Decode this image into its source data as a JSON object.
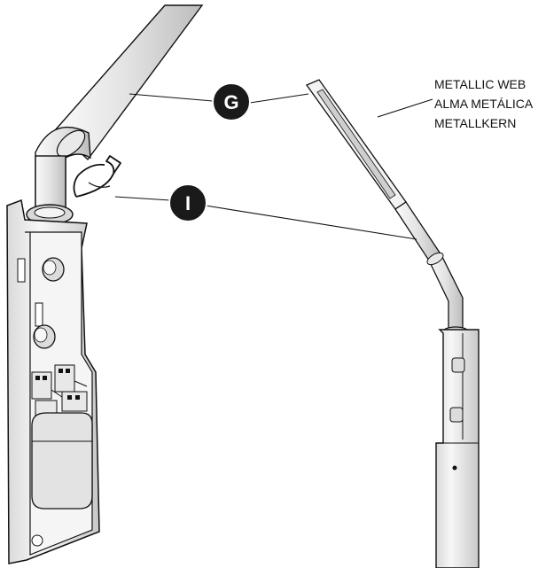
{
  "diagram": {
    "callouts": [
      {
        "id": "G",
        "label": "G"
      },
      {
        "id": "I",
        "label": "I"
      }
    ],
    "material_label": {
      "lines": [
        "METALLIC WEB",
        "ALMA METÁLICA",
        "METALLKERN"
      ]
    }
  },
  "colors": {
    "line": "#111111",
    "badge": "#1a1a1a",
    "metal_light": "#f2f2f2",
    "metal_mid": "#cfcfcf",
    "component_fill": "#e6e6e6"
  }
}
